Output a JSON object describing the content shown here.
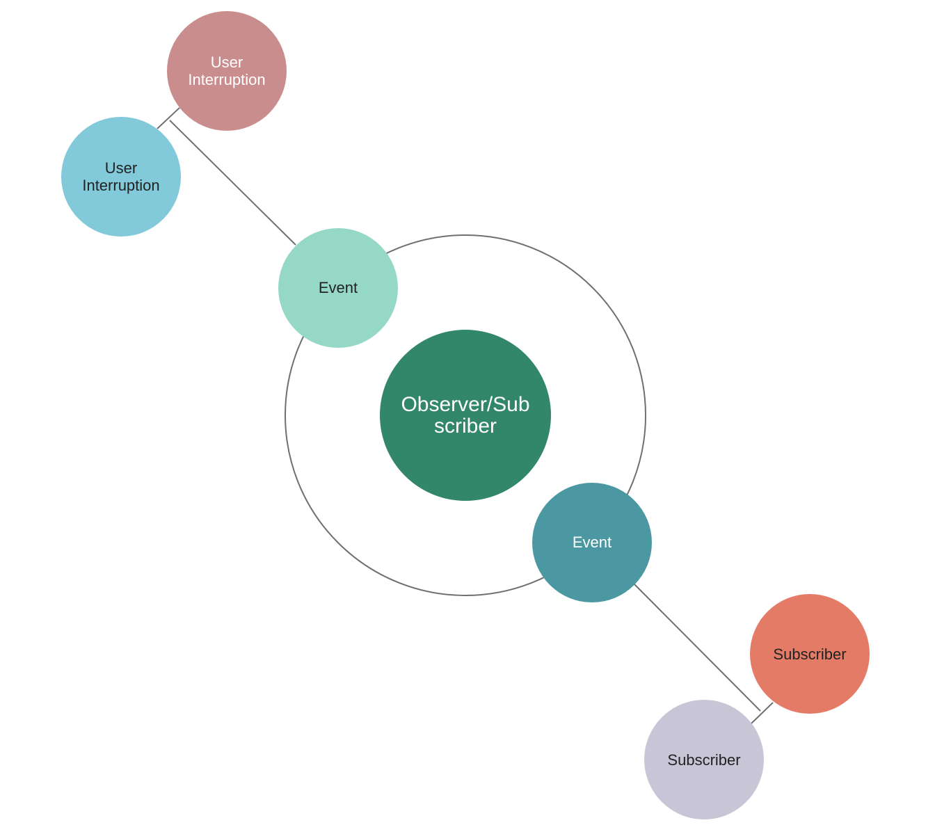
{
  "diagram": {
    "center": {
      "lines": [
        "Observer/Sub",
        "scriber"
      ],
      "color": "#328669",
      "text_color": "#ffffff"
    },
    "events": [
      {
        "label": "Event",
        "color": "#96d8c6",
        "text_color": "#222222"
      },
      {
        "label": "Event",
        "color": "#4b98a2",
        "text_color": "#ffffff"
      }
    ],
    "interruptions": [
      {
        "lines": [
          "User",
          "Interruption"
        ],
        "color": "#c98d8d",
        "text_color": "#ffffff"
      },
      {
        "lines": [
          "User",
          "Interruption"
        ],
        "color": "#82c9da",
        "text_color": "#222222"
      }
    ],
    "subscribers": [
      {
        "label": "Subscriber",
        "color": "#e47b66",
        "text_color": "#222222"
      },
      {
        "label": "Subscriber",
        "color": "#c8c6d6",
        "text_color": "#222222"
      }
    ],
    "line_color": "#6f6f6f"
  }
}
